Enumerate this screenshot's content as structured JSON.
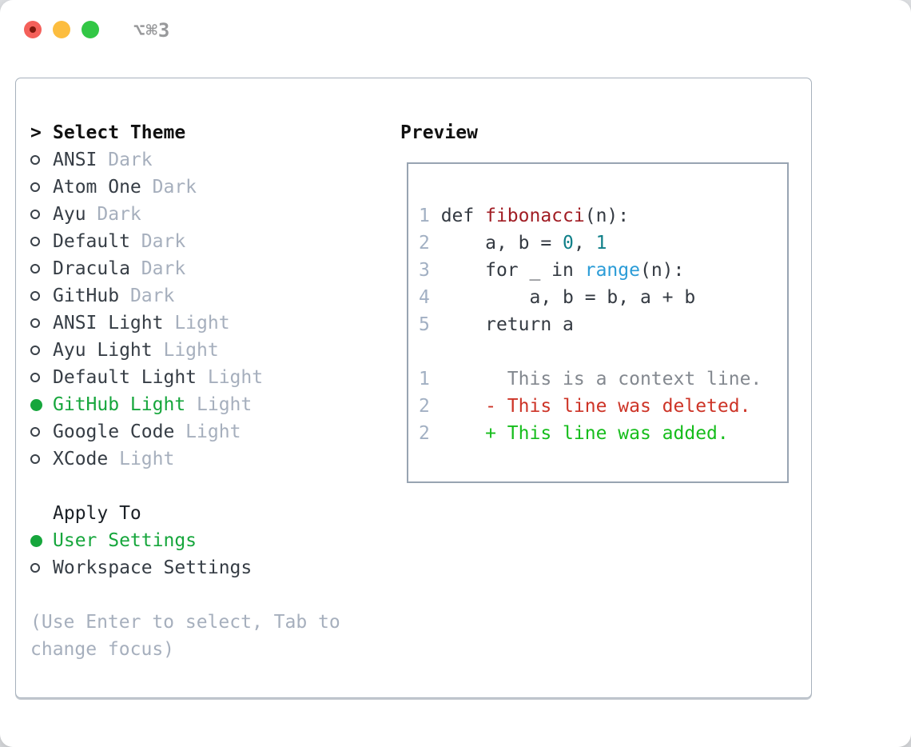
{
  "window": {
    "title": "⌥⌘3"
  },
  "traffic_lights": [
    "close",
    "minimize",
    "zoom"
  ],
  "theme_panel": {
    "header": "Select Theme",
    "header_marker": ">",
    "items": [
      {
        "name": "ANSI",
        "suffix": "Dark",
        "selected": false
      },
      {
        "name": "Atom One",
        "suffix": "Dark",
        "selected": false
      },
      {
        "name": "Ayu",
        "suffix": "Dark",
        "selected": false
      },
      {
        "name": "Default",
        "suffix": "Dark",
        "selected": false
      },
      {
        "name": "Dracula",
        "suffix": "Dark",
        "selected": false
      },
      {
        "name": "GitHub",
        "suffix": "Dark",
        "selected": false
      },
      {
        "name": "ANSI Light",
        "suffix": "Light",
        "selected": false
      },
      {
        "name": "Ayu Light",
        "suffix": "Light",
        "selected": false
      },
      {
        "name": "Default Light",
        "suffix": "Light",
        "selected": false
      },
      {
        "name": "GitHub Light",
        "suffix": "Light",
        "selected": true
      },
      {
        "name": "Google Code",
        "suffix": "Light",
        "selected": false
      },
      {
        "name": "XCode",
        "suffix": "Light",
        "selected": false
      }
    ],
    "apply_to": {
      "header": "Apply To",
      "options": [
        {
          "name": "User Settings",
          "selected": true
        },
        {
          "name": "Workspace Settings",
          "selected": false
        }
      ]
    },
    "hint_lines": [
      "(Use Enter to select, Tab to",
      "change focus)"
    ]
  },
  "preview": {
    "title": "Preview",
    "lines": [
      {
        "segs": [
          {
            "t": "1 ",
            "c": "num"
          },
          {
            "t": "def ",
            "c": "plain"
          },
          {
            "t": "fibonacci",
            "c": "func"
          },
          {
            "t": "(n):",
            "c": "plain"
          }
        ]
      },
      {
        "segs": [
          {
            "t": "2 ",
            "c": "num"
          },
          {
            "t": "    a, b = ",
            "c": "plain"
          },
          {
            "t": "0",
            "c": "numlit"
          },
          {
            "t": ", ",
            "c": "plain"
          },
          {
            "t": "1",
            "c": "numlit"
          }
        ]
      },
      {
        "segs": [
          {
            "t": "3 ",
            "c": "num"
          },
          {
            "t": "    for _ in ",
            "c": "plain"
          },
          {
            "t": "range",
            "c": "builtin"
          },
          {
            "t": "(n):",
            "c": "plain"
          }
        ]
      },
      {
        "segs": [
          {
            "t": "4 ",
            "c": "num"
          },
          {
            "t": "        a, b = b, a + b",
            "c": "plain"
          }
        ]
      },
      {
        "segs": [
          {
            "t": "5 ",
            "c": "num"
          },
          {
            "t": "    return a",
            "c": "plain"
          }
        ]
      },
      {
        "segs": []
      },
      {
        "segs": [
          {
            "t": "1",
            "c": "num"
          },
          {
            "t": "       This is a context line.",
            "c": "ctx"
          }
        ]
      },
      {
        "segs": [
          {
            "t": "2",
            "c": "num"
          },
          {
            "t": "     - This line was deleted.",
            "c": "del"
          }
        ]
      },
      {
        "segs": [
          {
            "t": "2",
            "c": "num"
          },
          {
            "t": "     + This line was added.",
            "c": "add"
          }
        ]
      }
    ]
  },
  "colors": {
    "selection_green": "#16a63c",
    "diff_added_green": "#16bd1c",
    "diff_deleted_red": "#cd3427",
    "function_red": "#a11d24",
    "number_teal": "#0f7f88",
    "builtin_blue": "#2b9cd7",
    "muted_gray": "#a6afbd",
    "line_number_gray": "#a2b0c3",
    "context_gray": "#83888f",
    "border_gray": "#98a4b2"
  }
}
